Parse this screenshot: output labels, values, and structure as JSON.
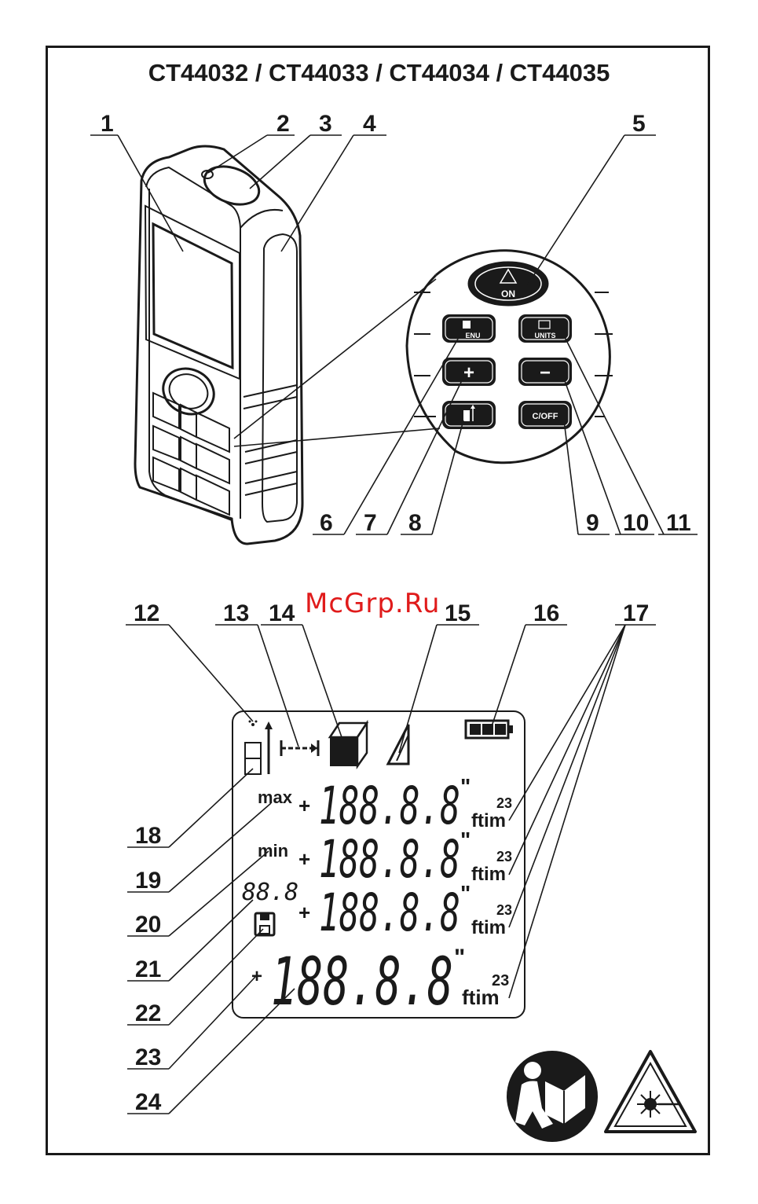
{
  "title": "CT44032 / CT44033 / CT44034 / CT44035",
  "watermark": "McGrp.Ru",
  "callouts": [
    "1",
    "2",
    "3",
    "4",
    "5",
    "6",
    "7",
    "8",
    "9",
    "10",
    "11",
    "12",
    "13",
    "14",
    "15",
    "16",
    "17",
    "18",
    "19",
    "20",
    "21",
    "22",
    "23",
    "24"
  ],
  "buttons": {
    "on": "ON",
    "menu": "ENU",
    "units": "UNITS",
    "plus": "+",
    "minus": "−",
    "off": "C/OFF"
  },
  "display": {
    "max_label": "max",
    "min_label": "min",
    "row_digits": "188.8.8",
    "main_digits": "188.8.8",
    "sign": "+",
    "inch_mark": "\"",
    "unit_label": "ftim",
    "unit_exp": "23",
    "small_digits": "88.8"
  }
}
